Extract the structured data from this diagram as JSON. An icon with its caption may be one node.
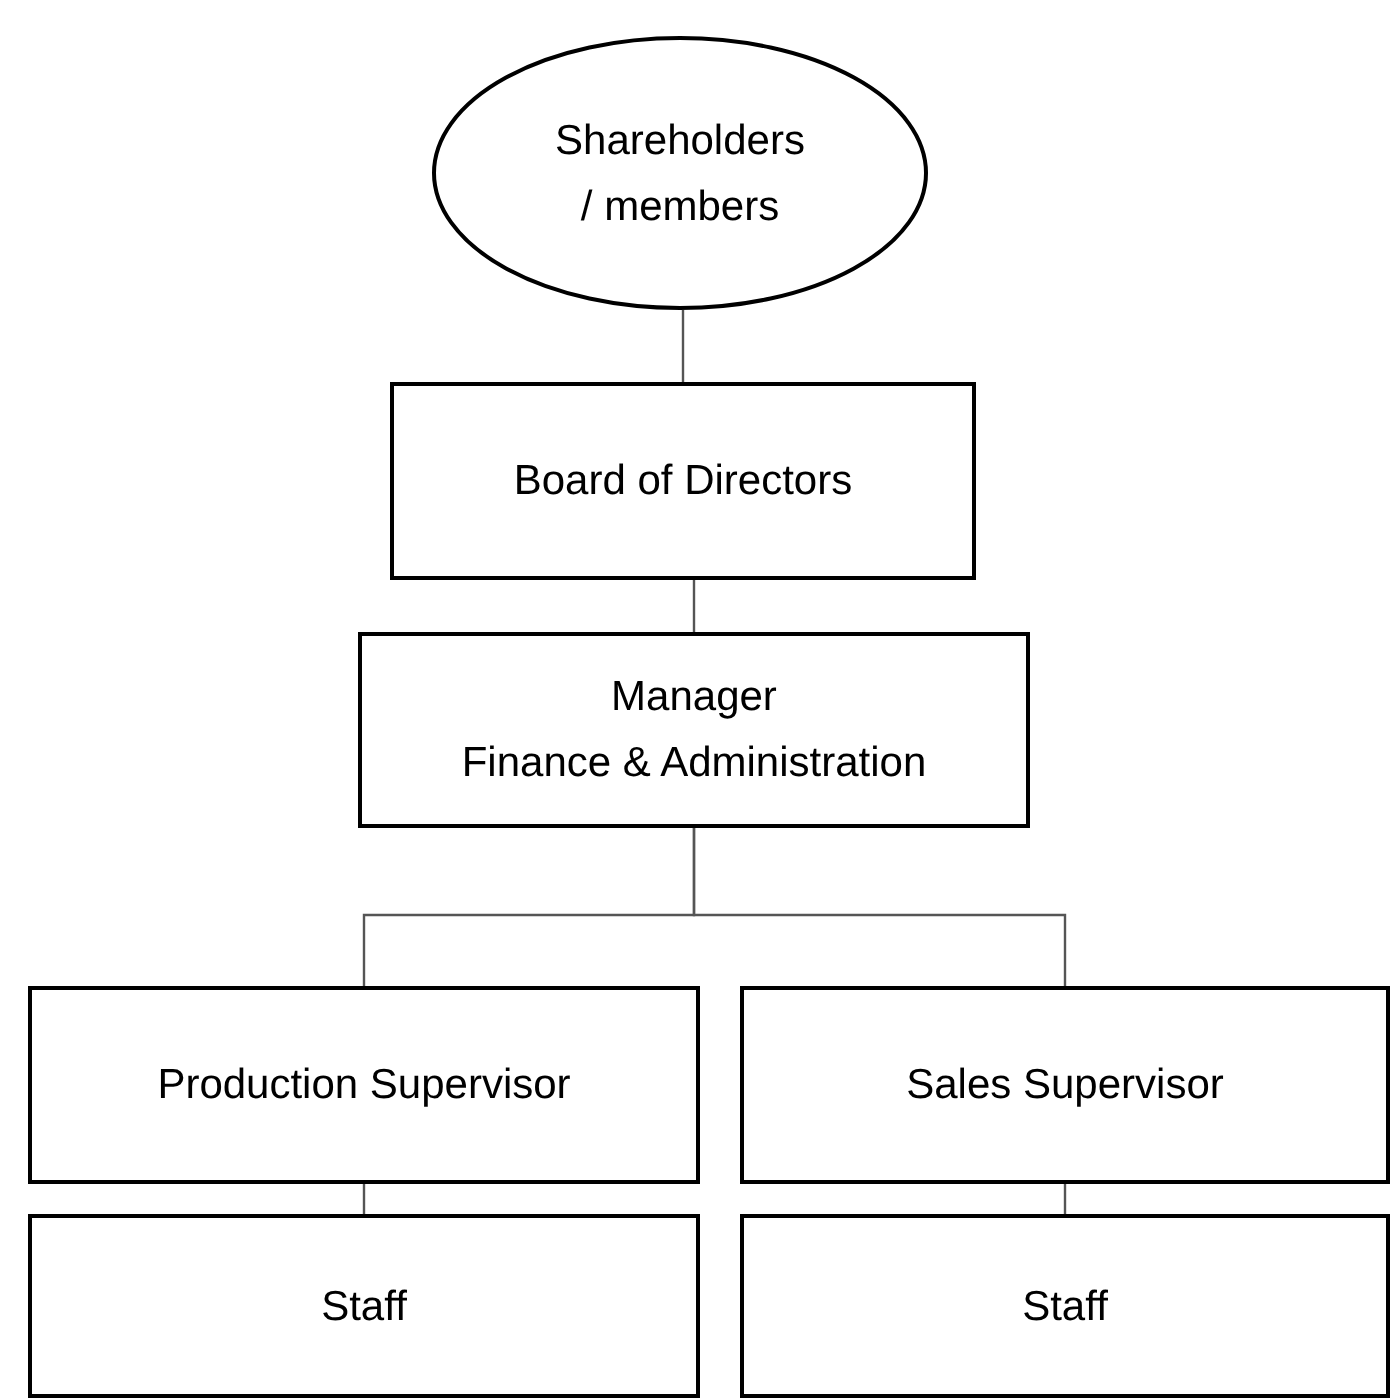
{
  "diagram": {
    "nodes": [
      {
        "text": [
          "Shareholders / members"
        ]
      },
      {
        "text": [
          "Board of Directors"
        ]
      },
      {
        "text": [
          "Manager",
          "Finance & Administration"
        ]
      },
      {
        "text": [
          "Production Supervisor"
        ]
      },
      {
        "text": [
          "Sales Supervisor"
        ]
      },
      {
        "text": [
          "Staff"
        ]
      },
      {
        "text": [
          "Staff"
        ]
      }
    ],
    "edges": [
      {
        "from": 0,
        "to": 1,
        "arrow": "none"
      },
      {
        "from": 1,
        "to": 2,
        "arrow": "none"
      },
      {
        "from": 2,
        "to": 3,
        "arrow": "none"
      },
      {
        "from": 2,
        "to": 4,
        "arrow": "none"
      },
      {
        "from": 3,
        "to": 5,
        "arrow": "none"
      },
      {
        "from": 4,
        "to": 6,
        "arrow": "none"
      }
    ]
  }
}
